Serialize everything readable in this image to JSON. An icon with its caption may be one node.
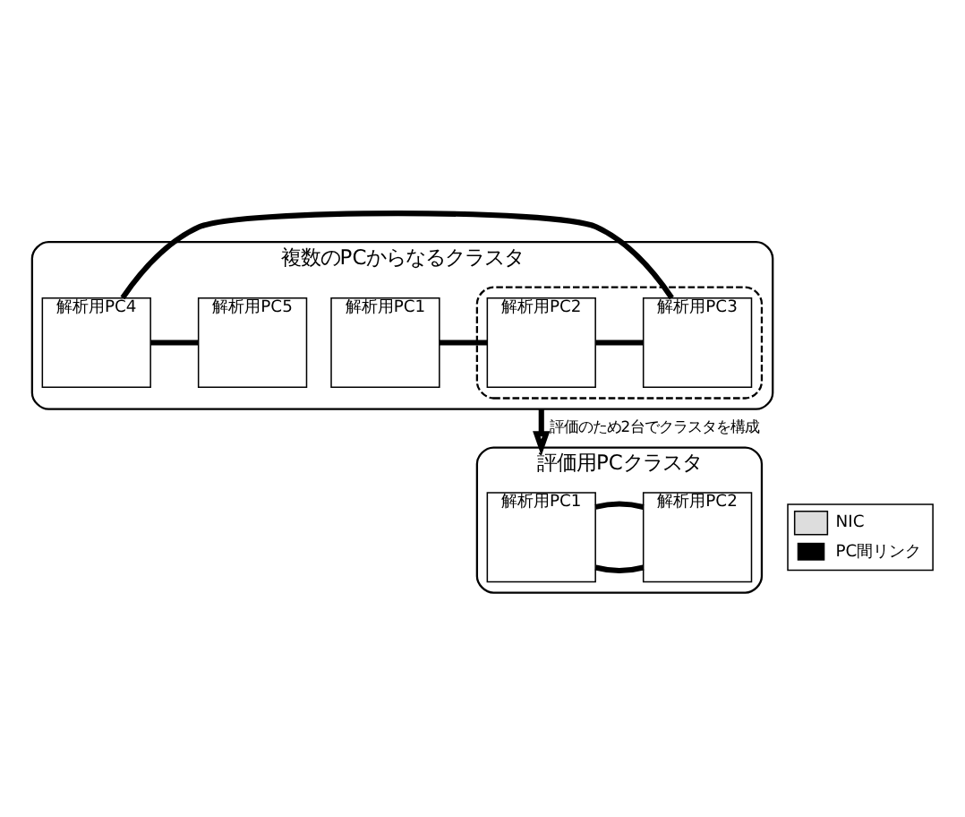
{
  "diagram": {
    "nodes": [
      {
        "text": [
          "複数のPCからなるクラスタ"
        ]
      },
      {
        "text": [],
        "shape": "box",
        "in": 0
      },
      {
        "text": [
          "解析用PC1"
        ],
        "in": 0
      },
      {
        "text": [
          "解析用PC2"
        ],
        "in": 1
      },
      {
        "text": [
          "解析用PC3"
        ],
        "in": 1
      },
      {
        "text": [
          "解析用PC4"
        ],
        "in": 0
      },
      {
        "text": [
          "解析用PC5"
        ],
        "in": 0
      },
      {
        "text": [
          "評価用PCクラスタ"
        ]
      },
      {
        "text": [
          "解析用PC1"
        ],
        "in": 7
      },
      {
        "text": [
          "解析用PC2"
        ],
        "in": 7
      }
    ],
    "edges": [
      {
        "from": 2,
        "to": 3,
        "arrow": "none"
      },
      {
        "from": 3,
        "to": 4,
        "arrow": "none"
      },
      {
        "from": 4,
        "to": 5,
        "arrow": "none"
      },
      {
        "from": 5,
        "to": 6,
        "arrow": "none"
      },
      {
        "from": 0,
        "to": 7,
        "arrow": "to",
        "label": "評価のため2台でクラスタを構成"
      },
      {
        "from": 8,
        "to": 9,
        "arrow": "none"
      },
      {
        "from": 8,
        "to": 9,
        "arrow": "none"
      }
    ],
    "legend": [
      {
        "text": "NIC"
      },
      {
        "text": "PC間リンク"
      }
    ]
  }
}
